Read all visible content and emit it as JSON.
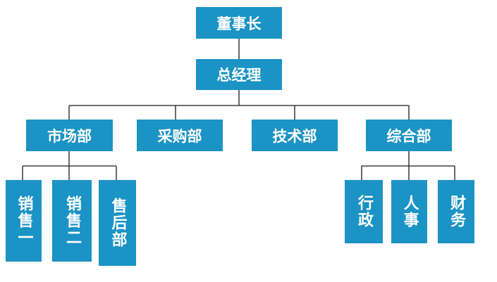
{
  "diagram": {
    "root": {
      "label": "董事长"
    },
    "gm": {
      "label": "总经理"
    },
    "departments": [
      {
        "label": "市场部"
      },
      {
        "label": "采购部"
      },
      {
        "label": "技术部"
      },
      {
        "label": "综合部"
      }
    ],
    "market_children": [
      {
        "label": "销售一"
      },
      {
        "label": "销售二"
      },
      {
        "label": "售后部"
      }
    ],
    "general_children": [
      {
        "label": "行政"
      },
      {
        "label": "人事"
      },
      {
        "label": "财务"
      }
    ],
    "colors": {
      "box": "#1b93c4",
      "text": "#ffffff",
      "line": "#1a1a1a"
    }
  }
}
